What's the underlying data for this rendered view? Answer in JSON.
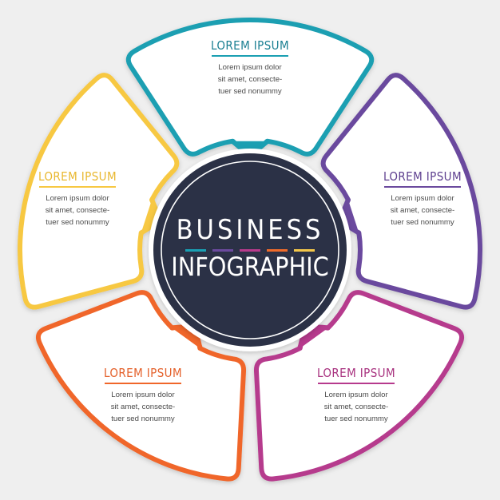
{
  "center": {
    "line1": "BUSINESS",
    "line2": "INFOGRAPHIC",
    "background": "#2b3146",
    "dash_colors": [
      "#19a0b4",
      "#6b4a9e",
      "#b83a8c",
      "#f06b2a",
      "#f5c84a"
    ]
  },
  "segments": [
    {
      "id": "top",
      "title": "LOREM IPSUM",
      "lines": [
        "Lorem ipsum dolor",
        "sit amet, consecte-",
        "tuer sed nonummy"
      ],
      "color": "#1a9fb2",
      "title_color": "#1a7f92"
    },
    {
      "id": "right",
      "title": "LOREM IPSUM",
      "lines": [
        "Lorem ipsum dolor",
        "sit amet, consecte-",
        "tuer sed nonummy"
      ],
      "color": "#6b4a9e",
      "title_color": "#5e3f8f"
    },
    {
      "id": "bottom-right",
      "title": "LOREM IPSUM",
      "lines": [
        "Lorem ipsum dolor",
        "sit amet, consecte-",
        "tuer sed nonummy"
      ],
      "color": "#b63a8d",
      "title_color": "#a8327f"
    },
    {
      "id": "bottom-left",
      "title": "LOREM IPSUM",
      "lines": [
        "Lorem ipsum dolor",
        "sit amet, consecte-",
        "tuer sed nonummy"
      ],
      "color": "#f0662a",
      "title_color": "#e4602a"
    },
    {
      "id": "left",
      "title": "LOREM IPSUM",
      "lines": [
        "Lorem ipsum dolor",
        "sit amet, consecte-",
        "tuer sed nonummy"
      ],
      "color": "#f7c843",
      "title_color": "#e9b830"
    }
  ]
}
